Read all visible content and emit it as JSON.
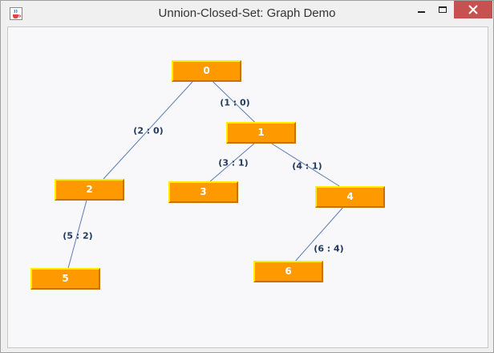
{
  "window": {
    "title": "Unnion-Closed-Set: Graph Demo",
    "icon": "java-cup-icon",
    "controls": [
      "minimize-icon",
      "maximize-icon",
      "close-icon"
    ],
    "close_color": "#c75050"
  },
  "graph": {
    "node_color": "#ff9900",
    "node_highlight": "#ffee00",
    "edge_color": "#5b7bb4",
    "label_color": "#213a5e",
    "nodes": [
      {
        "id": "n0",
        "label": "0"
      },
      {
        "id": "n1",
        "label": "1"
      },
      {
        "id": "n2",
        "label": "2"
      },
      {
        "id": "n3",
        "label": "3"
      },
      {
        "id": "n4",
        "label": "4"
      },
      {
        "id": "n5",
        "label": "5"
      },
      {
        "id": "n6",
        "label": "6"
      }
    ],
    "edges": [
      {
        "from": "n0",
        "to": "n1",
        "label": "(1 : 0)"
      },
      {
        "from": "n0",
        "to": "n2",
        "label": "(2 : 0)"
      },
      {
        "from": "n1",
        "to": "n3",
        "label": "(3 : 1)"
      },
      {
        "from": "n1",
        "to": "n4",
        "label": "(4 : 1)"
      },
      {
        "from": "n2",
        "to": "n5",
        "label": "(5 : 2)"
      },
      {
        "from": "n4",
        "to": "n6",
        "label": "(6 : 4)"
      }
    ]
  }
}
